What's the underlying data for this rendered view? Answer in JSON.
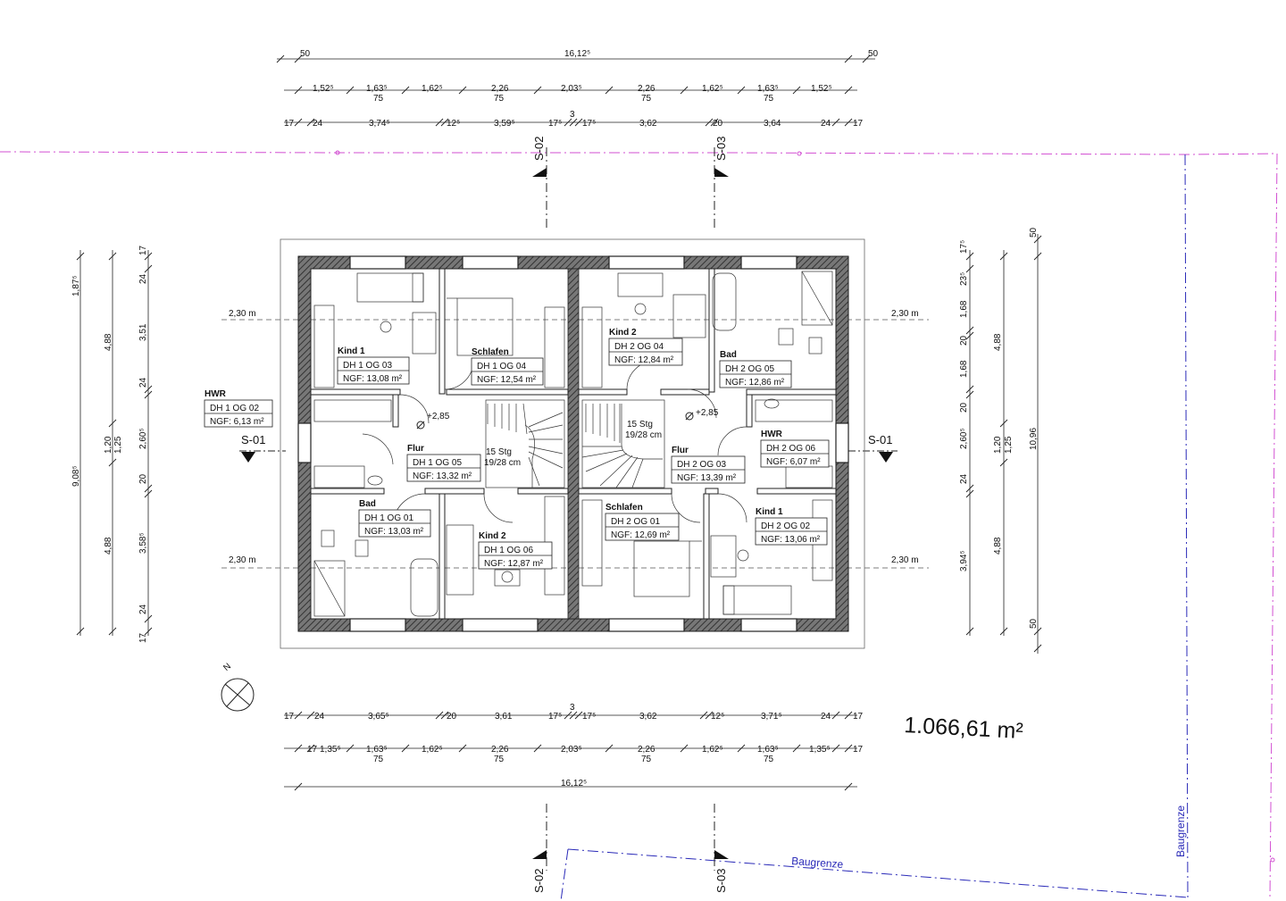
{
  "dims": {
    "top_overall": [
      "50",
      "16,12⁵",
      "50"
    ],
    "top_windows": [
      "1,52⁵",
      "1,63⁵",
      "75",
      "1,62⁵",
      "2,26",
      "75",
      "2,03⁵",
      "2,26",
      "75",
      "1,62⁵",
      "1,63⁵",
      "75",
      "1,52⁵"
    ],
    "top_walls": [
      "17",
      "24",
      "3,74⁵",
      "12⁵",
      "3,59⁵",
      "17⁵",
      "3",
      "17⁵",
      "3,62",
      "20",
      "3,64",
      "24",
      "17"
    ],
    "bottom_walls": [
      "17",
      "24",
      "3,65⁵",
      "20",
      "3,61",
      "17⁵",
      "3",
      "17⁵",
      "3,62",
      "12⁵",
      "3,71⁵",
      "24",
      "17"
    ],
    "bottom_windows": [
      "17",
      "1,35⁵",
      "1,63⁵",
      "75",
      "1,62⁵",
      "2,26",
      "75",
      "2,03⁵",
      "2,26",
      "75",
      "1,62⁵",
      "1,63⁵",
      "75",
      "1,35⁵",
      "17"
    ],
    "bottom_overall": [
      "16,12⁵"
    ],
    "left_inner": [
      "17",
      "24",
      "3,51",
      "24",
      "2,60⁵",
      "20",
      "3,58⁵",
      "24",
      "17"
    ],
    "left_mid": [
      "4,88",
      "1,25",
      "4,88"
    ],
    "left_win": [
      "1,87⁵",
      "1,20"
    ],
    "left_total": "9,08⁵",
    "right_inner": [
      "17⁵",
      "23⁵",
      "1,68",
      "20",
      "1,68",
      "20",
      "2,60⁵",
      "24",
      "3,94⁵"
    ],
    "right_mid": [
      "4,88",
      "1,25",
      "4,88"
    ],
    "right_win": [
      "1,20"
    ],
    "right_total": [
      "50",
      "10,96",
      "50"
    ],
    "heights": [
      "2,30 m",
      "2,30 m",
      "2,30 m",
      "2,30 m"
    ]
  },
  "rooms": [
    {
      "name": "Kind 1",
      "code": "DH 1 OG 03",
      "ngf": "NGF: 13,08 m²"
    },
    {
      "name": "Schlafen",
      "code": "DH 1 OG 04",
      "ngf": "NGF: 12,54 m²"
    },
    {
      "name": "HWR",
      "code": "DH 1 OG 02",
      "ngf": "NGF: 6,13 m²"
    },
    {
      "name": "Flur",
      "code": "DH 1 OG 05",
      "ngf": "NGF: 13,32 m²"
    },
    {
      "name": "Bad",
      "code": "DH 1 OG 01",
      "ngf": "NGF: 13,03 m²"
    },
    {
      "name": "Kind 2",
      "code": "DH 1 OG 06",
      "ngf": "NGF: 12,87 m²"
    },
    {
      "name": "Kind 2",
      "code": "DH 2 OG 04",
      "ngf": "NGF: 12,84 m²"
    },
    {
      "name": "Bad",
      "code": "DH 2 OG 05",
      "ngf": "NGF: 12,86 m²"
    },
    {
      "name": "Flur",
      "code": "DH 2 OG 03",
      "ngf": "NGF: 13,39 m²"
    },
    {
      "name": "HWR",
      "code": "DH 2 OG 06",
      "ngf": "NGF: 6,07 m²"
    },
    {
      "name": "Schlafen",
      "code": "DH 2 OG 01",
      "ngf": "NGF: 12,69 m²"
    },
    {
      "name": "Kind 1",
      "code": "DH 2 OG 02",
      "ngf": "NGF: 13,06 m²"
    }
  ],
  "stairs": [
    {
      "steps": "15 Stg",
      "rise": "19/28 cm"
    },
    {
      "steps": "15 Stg",
      "rise": "19/28 cm"
    }
  ],
  "levels": [
    "+2,85",
    "+2,85"
  ],
  "sections": {
    "s01": "S-01",
    "s02": "S-02",
    "s03": "S-03"
  },
  "total_area": "1.066,61 m²",
  "baugrenze": "Baugrenze",
  "north": "N",
  "colors": {
    "property_line": "#d24fd2",
    "build_line": "#2a2ab8",
    "walls": "#2b2b2b"
  }
}
